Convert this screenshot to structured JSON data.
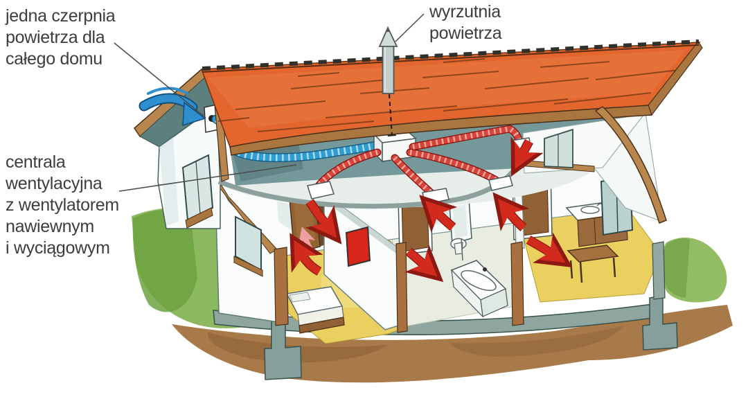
{
  "labels": {
    "intake": {
      "lines": [
        "jedna czerpnia",
        "powietrza dla",
        "całego domu"
      ]
    },
    "exhaust": {
      "lines": [
        "wyrzutnia",
        "powietrza"
      ]
    },
    "unit": {
      "lines": [
        "centrala",
        "wentylacyjna",
        "z wentylatorem",
        "nawiewnym",
        "i wyciągowym"
      ]
    }
  },
  "colors": {
    "label_text": "#3d3d3d",
    "roof_orange": "#e2662e",
    "roof_streak": "#7a3a15",
    "ridge_dark": "#31312a",
    "wood_trim": "#b9874e",
    "wood_dark": "#4a3018",
    "soffit_teal": "#5d7f7e",
    "attic_teal": "#75989a",
    "ceiling_light": "#e7eeea",
    "wall_white": "#fafcfb",
    "duct_blue": "#2e9ed2",
    "arrow_blue": "#2f8ecd",
    "supply_red": "#d22b1e",
    "supply_red_dark": "#8e1812",
    "transfer_pink": "#ef9f9f",
    "floor_yellow": "#ead05f",
    "bath_floor": "#e9ece1",
    "grass_green": "#8cb95f",
    "bush_green": "#93bd62",
    "soil_brown": "#a87a4a",
    "slab_gray": "#8ea69f",
    "stack_gray": "#c3cdcc"
  }
}
